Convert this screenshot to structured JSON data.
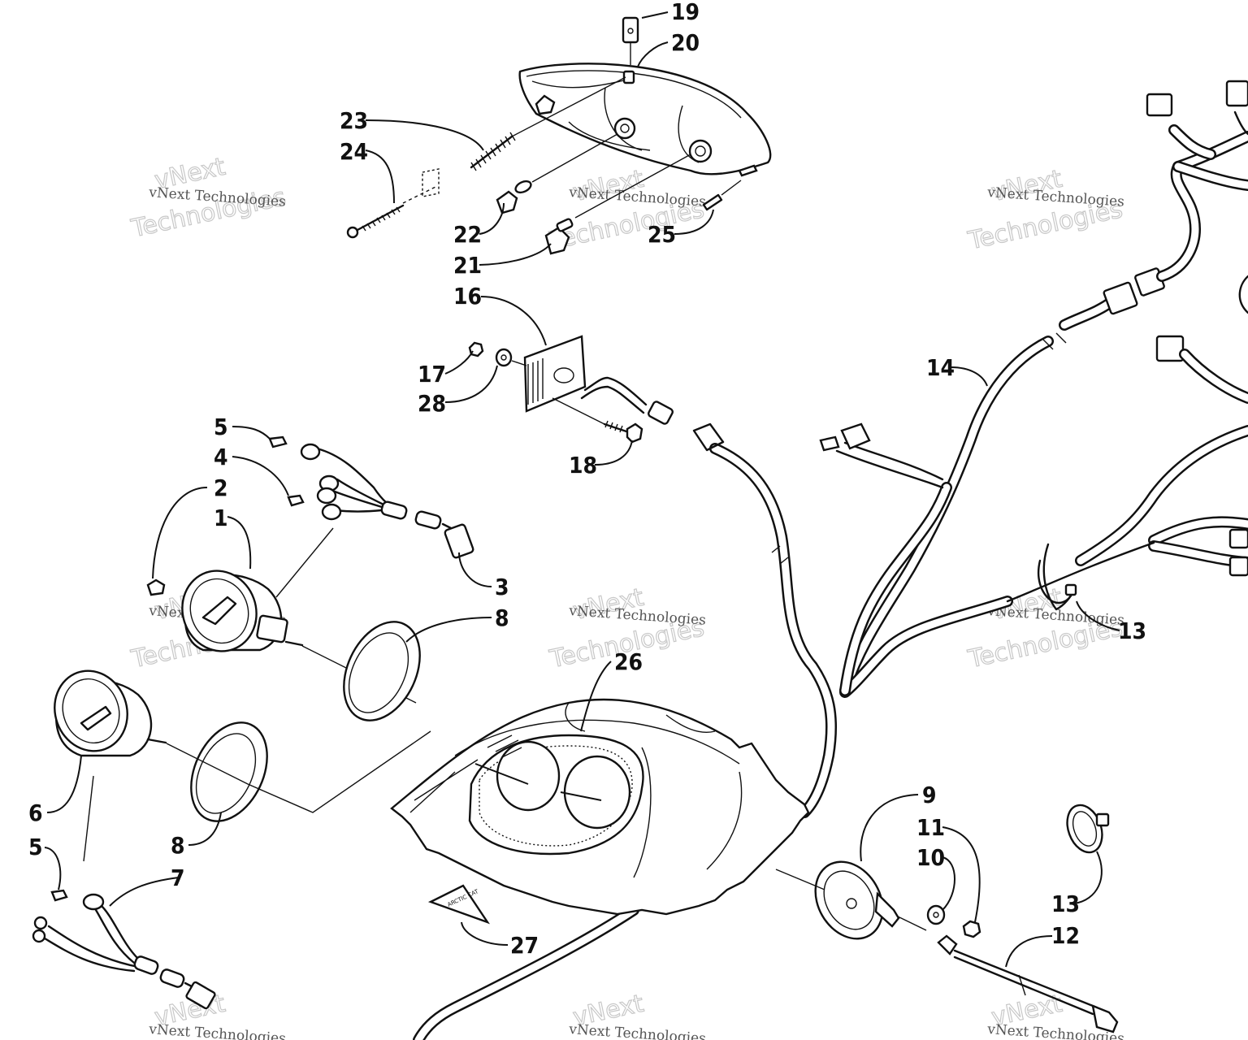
{
  "diagram": {
    "callouts": [
      {
        "id": "c19",
        "text": "19"
      },
      {
        "id": "c20",
        "text": "20"
      },
      {
        "id": "c23",
        "text": "23"
      },
      {
        "id": "c24",
        "text": "24"
      },
      {
        "id": "c22",
        "text": "22"
      },
      {
        "id": "c21",
        "text": "21"
      },
      {
        "id": "c25",
        "text": "25"
      },
      {
        "id": "c16",
        "text": "16"
      },
      {
        "id": "c17",
        "text": "17"
      },
      {
        "id": "c28",
        "text": "28"
      },
      {
        "id": "c18",
        "text": "18"
      },
      {
        "id": "c14",
        "text": "14"
      },
      {
        "id": "c5a",
        "text": "5"
      },
      {
        "id": "c4",
        "text": "4"
      },
      {
        "id": "c2",
        "text": "2"
      },
      {
        "id": "c1",
        "text": "1"
      },
      {
        "id": "c3",
        "text": "3"
      },
      {
        "id": "c8a",
        "text": "8"
      },
      {
        "id": "c26",
        "text": "26"
      },
      {
        "id": "c13a",
        "text": "13"
      },
      {
        "id": "c6",
        "text": "6"
      },
      {
        "id": "c8b",
        "text": "8"
      },
      {
        "id": "c5b",
        "text": "5"
      },
      {
        "id": "c7",
        "text": "7"
      },
      {
        "id": "c27",
        "text": "27"
      },
      {
        "id": "c9",
        "text": "9"
      },
      {
        "id": "c11",
        "text": "11"
      },
      {
        "id": "c10",
        "text": "10"
      },
      {
        "id": "c13b",
        "text": "13"
      },
      {
        "id": "c12",
        "text": "12"
      }
    ],
    "watermark": {
      "line1": "vNext Technologies",
      "line2": "vNext",
      "line3": "Technologies"
    },
    "decal_text": "ARCTIC CAT"
  }
}
